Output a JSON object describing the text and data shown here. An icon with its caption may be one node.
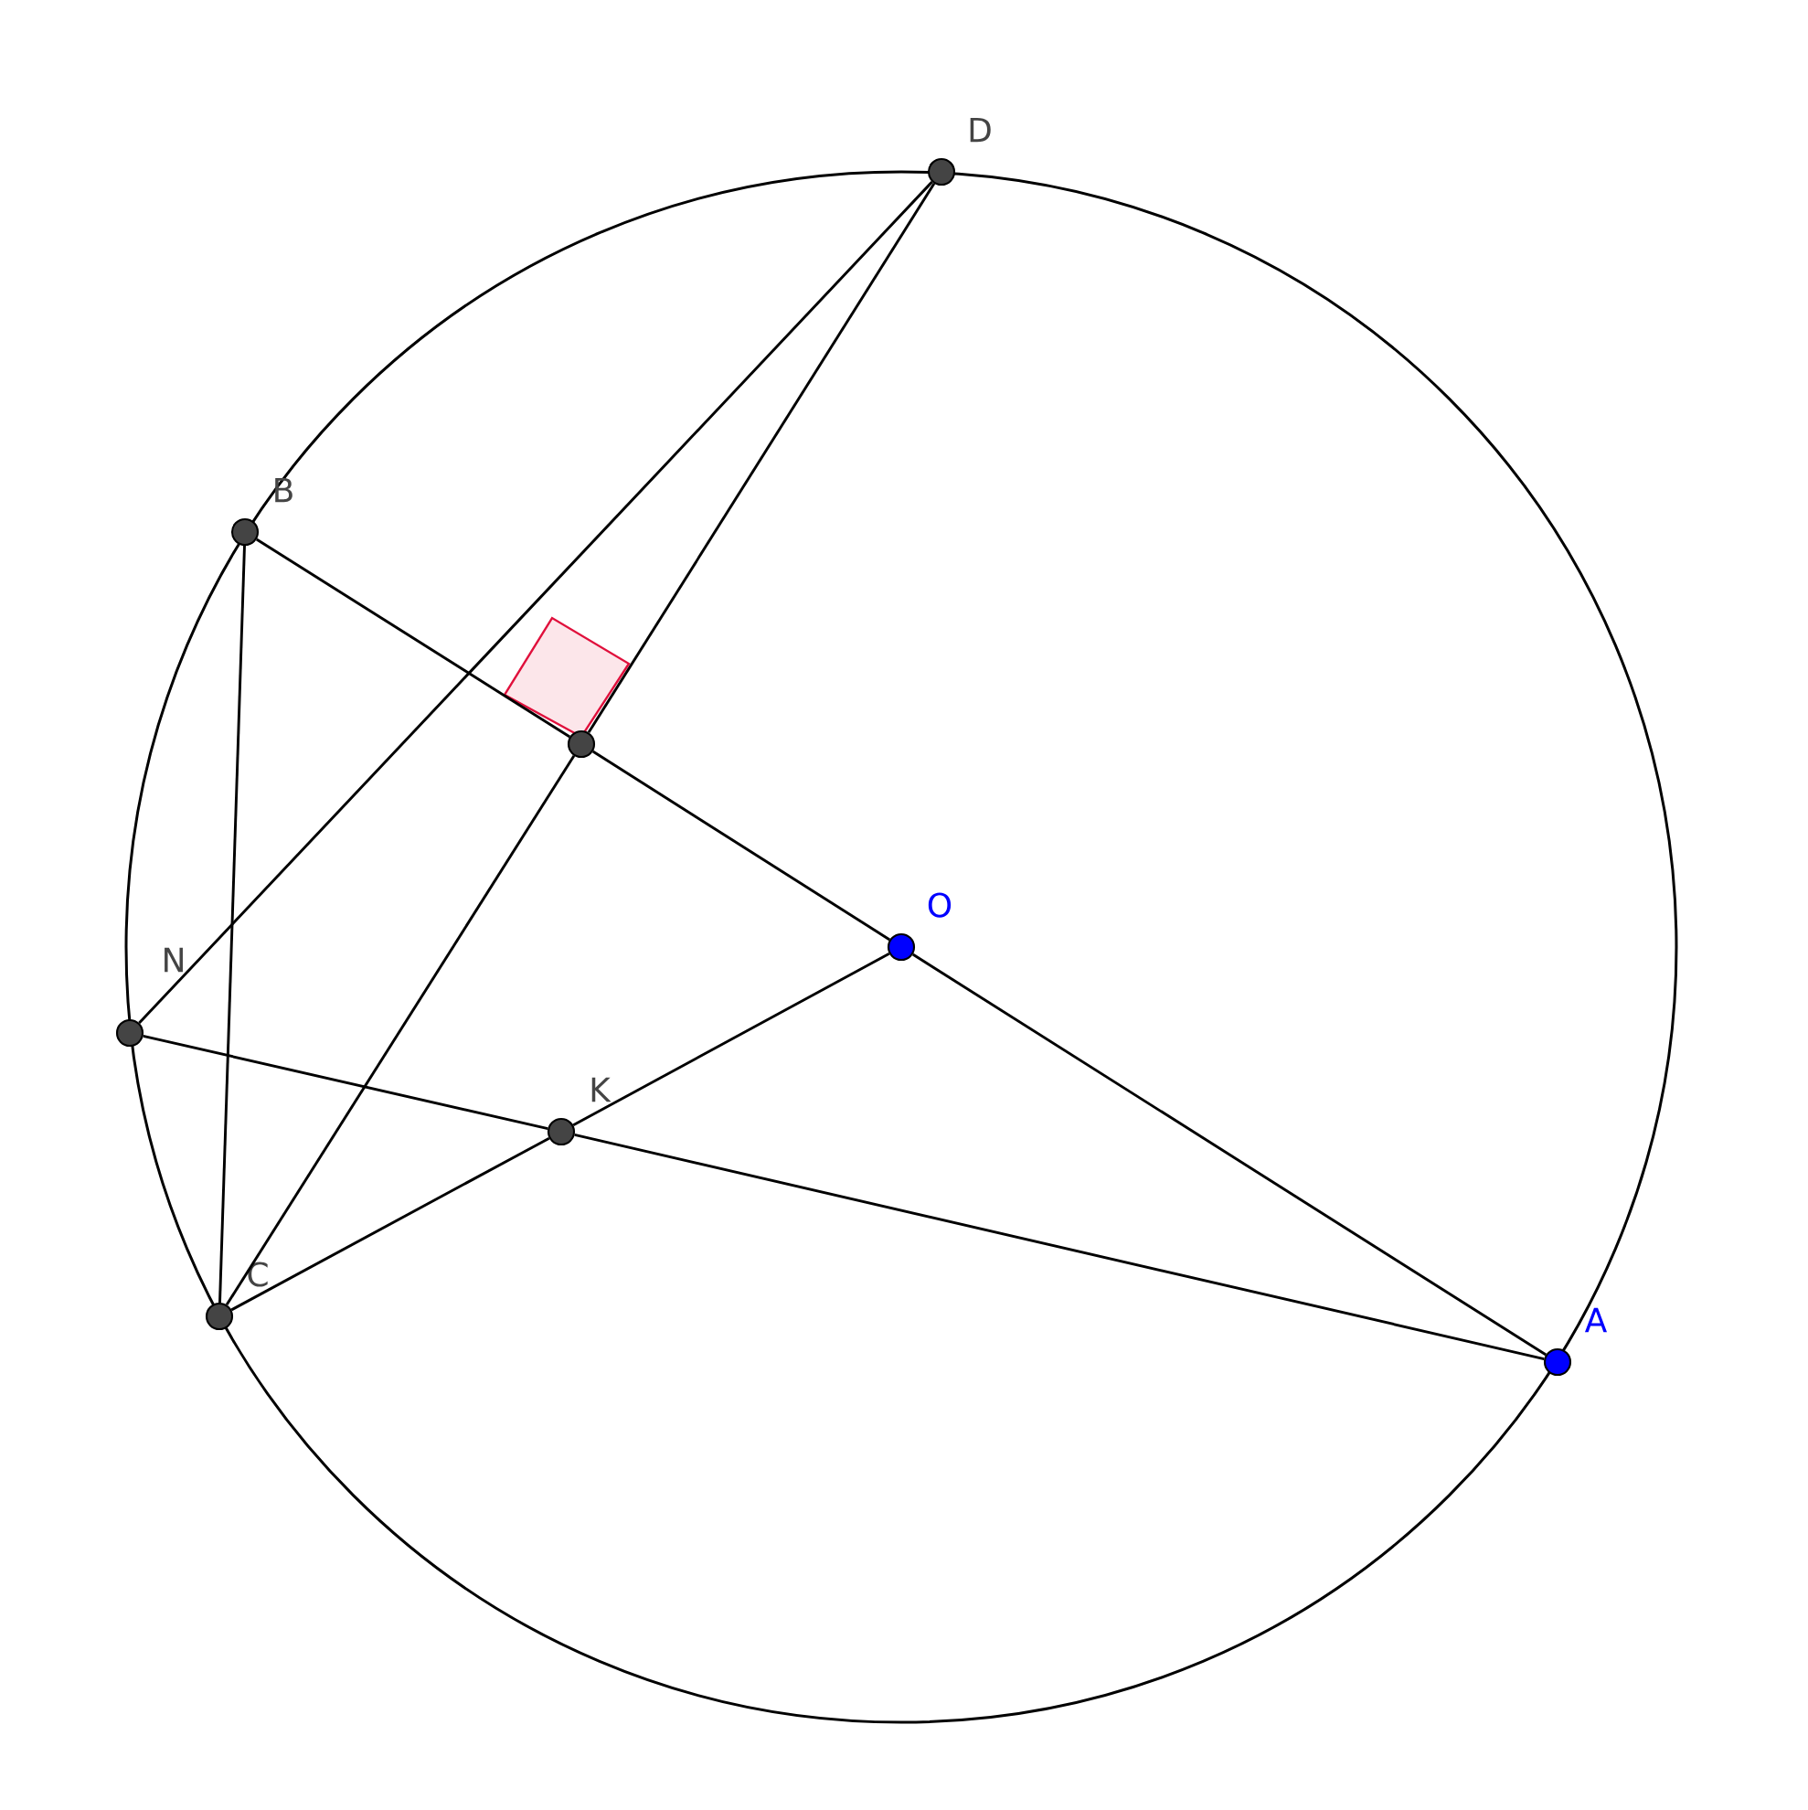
{
  "diagram": {
    "nodes": [
      {
        "text": [],
        "shape": "circle",
        "beside": [
          "D"
        ]
      },
      {
        "text": [],
        "shape": "circle",
        "beside": [
          "B"
        ]
      },
      {
        "text": [],
        "shape": "circle"
      },
      {
        "text": [],
        "shape": "circle",
        "beside": [
          "O"
        ]
      },
      {
        "text": [],
        "shape": "circle",
        "beside": [
          "N"
        ]
      },
      {
        "text": [],
        "shape": "circle",
        "beside": [
          "K"
        ]
      },
      {
        "text": [],
        "shape": "circle",
        "beside": [
          "C"
        ]
      },
      {
        "text": [],
        "shape": "circle",
        "beside": [
          "A"
        ]
      }
    ],
    "edges": [
      {
        "from": 1,
        "to": 2,
        "arrow": "none"
      },
      {
        "from": 2,
        "to": 3,
        "arrow": "none"
      },
      {
        "from": 3,
        "to": 7,
        "arrow": "none"
      },
      {
        "from": 0,
        "to": 4,
        "arrow": "none"
      },
      {
        "from": 0,
        "to": 2,
        "arrow": "none"
      },
      {
        "from": 2,
        "to": 6,
        "arrow": "none"
      },
      {
        "from": 1,
        "to": 6,
        "arrow": "none"
      },
      {
        "from": 4,
        "to": 5,
        "arrow": "none"
      },
      {
        "from": 5,
        "to": 7,
        "arrow": "none"
      },
      {
        "from": 6,
        "to": 5,
        "arrow": "none"
      },
      {
        "from": 5,
        "to": 3,
        "arrow": "none"
      }
    ]
  }
}
